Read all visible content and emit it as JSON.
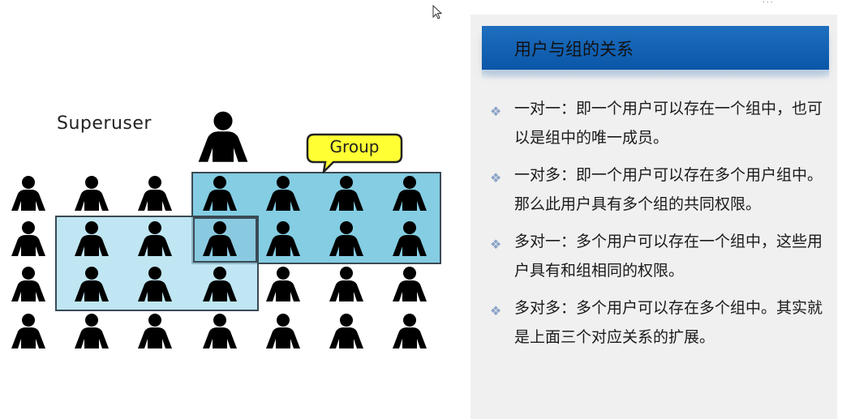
{
  "diagram": {
    "superuser_label": "Superuser",
    "group_label": "Group",
    "icons": {
      "person": "person-icon",
      "callout": "speech-bubble-icon"
    },
    "colors": {
      "group_light": "#aaddee",
      "group_dark": "#6ec4de",
      "callout_fill": "#ffff33",
      "figure": "#000000"
    }
  },
  "slide": {
    "title": "用户与组的关系",
    "bullets": [
      "一对一：即一个用户可以存在一个组中，也可以是组中的唯一成员。",
      "一对多：即一个用户可以存在多个用户组中。那么此用户具有多个组的共同权限。",
      "多对一：多个用户可以存在一个组中，这些用户具有和组相同的权限。",
      "多对多：多个用户可以存在多个组中。其实就是上面三个对应关系的扩展。"
    ],
    "bullet_icon": "diamond-bullet-icon",
    "colors": {
      "title_bar": "#0a56a8",
      "panel_bg": "#f0f0f0",
      "bullet": "#8aa3c7"
    }
  },
  "top_corner_text": "..."
}
